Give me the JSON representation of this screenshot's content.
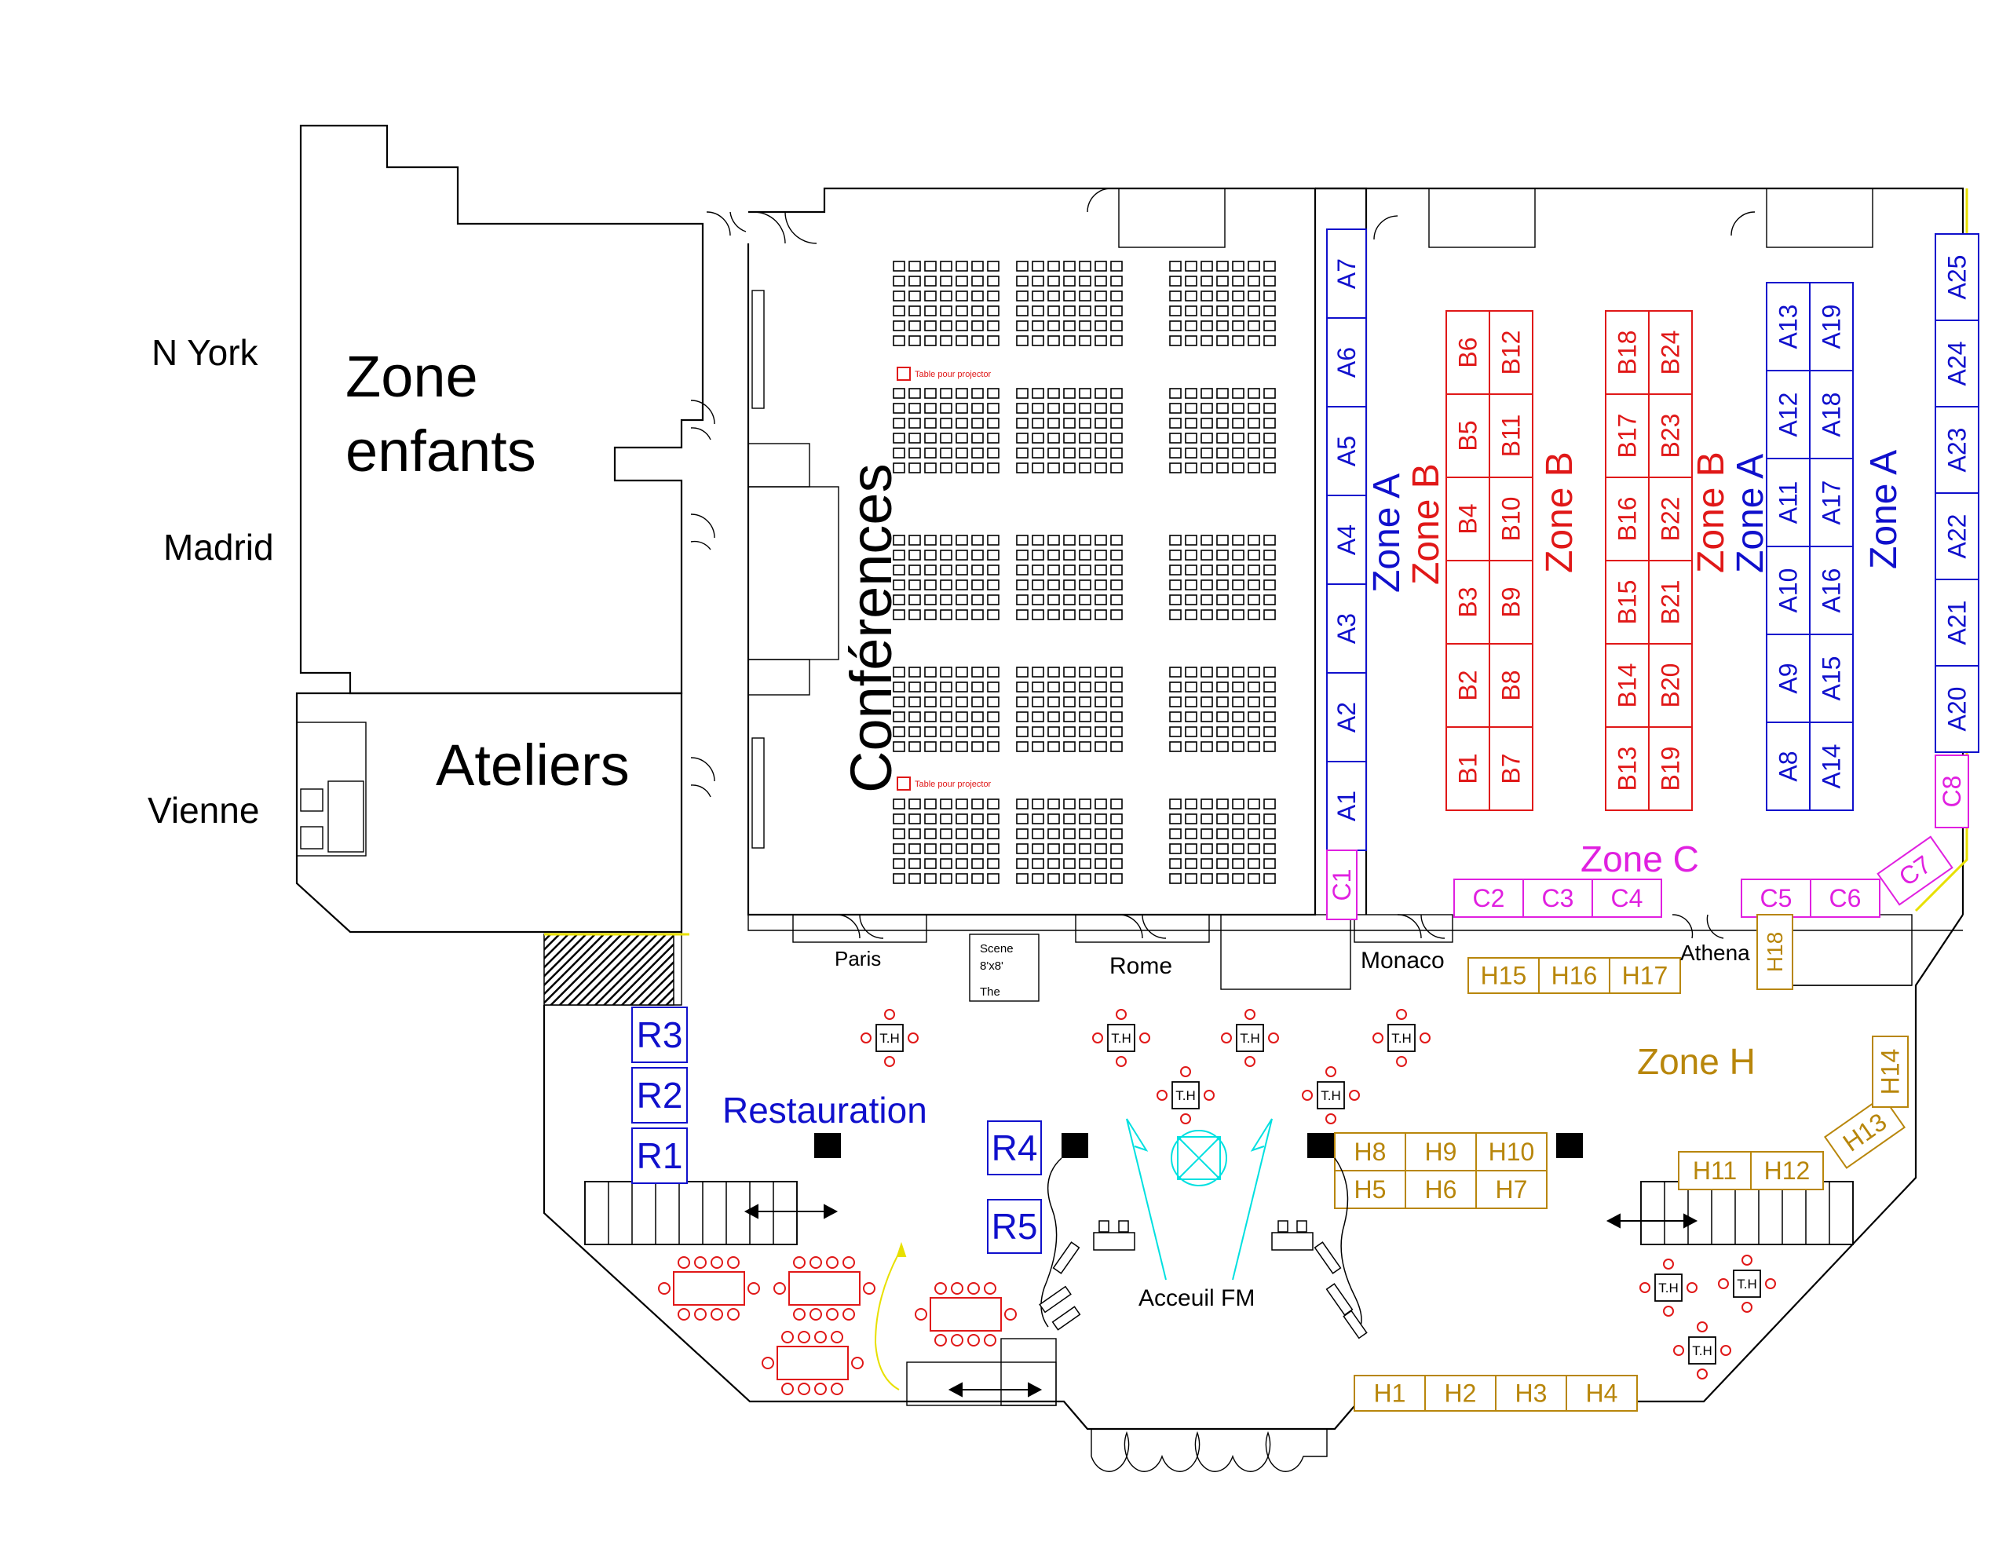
{
  "colors": {
    "zone_a": "#1010cc",
    "zone_b": "#e01818",
    "zone_c": "#e020e0",
    "zone_h": "#b8860b",
    "restauration": "#1010cc",
    "tables": "#e01818",
    "accueil": "#00e0e0",
    "accent_line": "#e8e000"
  },
  "rooms": {
    "zone_enfants_line1": "Zone",
    "zone_enfants_line2": "enfants",
    "ateliers": "Ateliers",
    "conferences": "Conférences",
    "n_york": "N York",
    "madrid": "Madrid",
    "vienne": "Vienne",
    "paris": "Paris",
    "rome": "Rome",
    "monaco": "Monaco",
    "athena": "Athena",
    "scene_line1": "Scene",
    "scene_line2": "8'x8'",
    "scene_line3": "The",
    "table_projector": "Table pour projector"
  },
  "zones": {
    "zone_a": "Zone A",
    "zone_b": "Zone B",
    "zone_c": "Zone C",
    "zone_h": "Zone H",
    "restauration": "Restauration",
    "accueil": "Acceuil FM",
    "th": "T.H"
  },
  "booths": {
    "a_left": [
      "A1",
      "A2",
      "A3",
      "A4",
      "A5",
      "A6",
      "A7"
    ],
    "c1": "C1",
    "b_col1": [
      "B1",
      "B2",
      "B3",
      "B4",
      "B5",
      "B6"
    ],
    "b_col2": [
      "B7",
      "B8",
      "B9",
      "B10",
      "B11",
      "B12"
    ],
    "b_col3": [
      "B13",
      "B14",
      "B15",
      "B16",
      "B17",
      "B18"
    ],
    "b_col4": [
      "B19",
      "B20",
      "B21",
      "B22",
      "B23",
      "B24"
    ],
    "a_col1": [
      "A8",
      "A9",
      "A10",
      "A11",
      "A12",
      "A13"
    ],
    "a_col2": [
      "A14",
      "A15",
      "A16",
      "A17",
      "A18",
      "A19"
    ],
    "a_right": [
      "A20",
      "A21",
      "A22",
      "A23",
      "A24",
      "A25"
    ],
    "c_row1": [
      "C2",
      "C3",
      "C4"
    ],
    "c_row2": [
      "C5",
      "C6"
    ],
    "c7": "C7",
    "c8": "C8",
    "h_row_top": [
      "H15",
      "H16",
      "H17"
    ],
    "h18": "H18",
    "h_mid_top": [
      "H8",
      "H9",
      "H10"
    ],
    "h_mid_bot": [
      "H5",
      "H6",
      "H7"
    ],
    "h_right": [
      "H11",
      "H12"
    ],
    "h13": "H13",
    "h14": "H14",
    "h_bottom": [
      "H1",
      "H2",
      "H3",
      "H4"
    ],
    "r_left": [
      "R3",
      "R2",
      "R1"
    ],
    "r_mid": [
      "R4",
      "R5"
    ]
  }
}
